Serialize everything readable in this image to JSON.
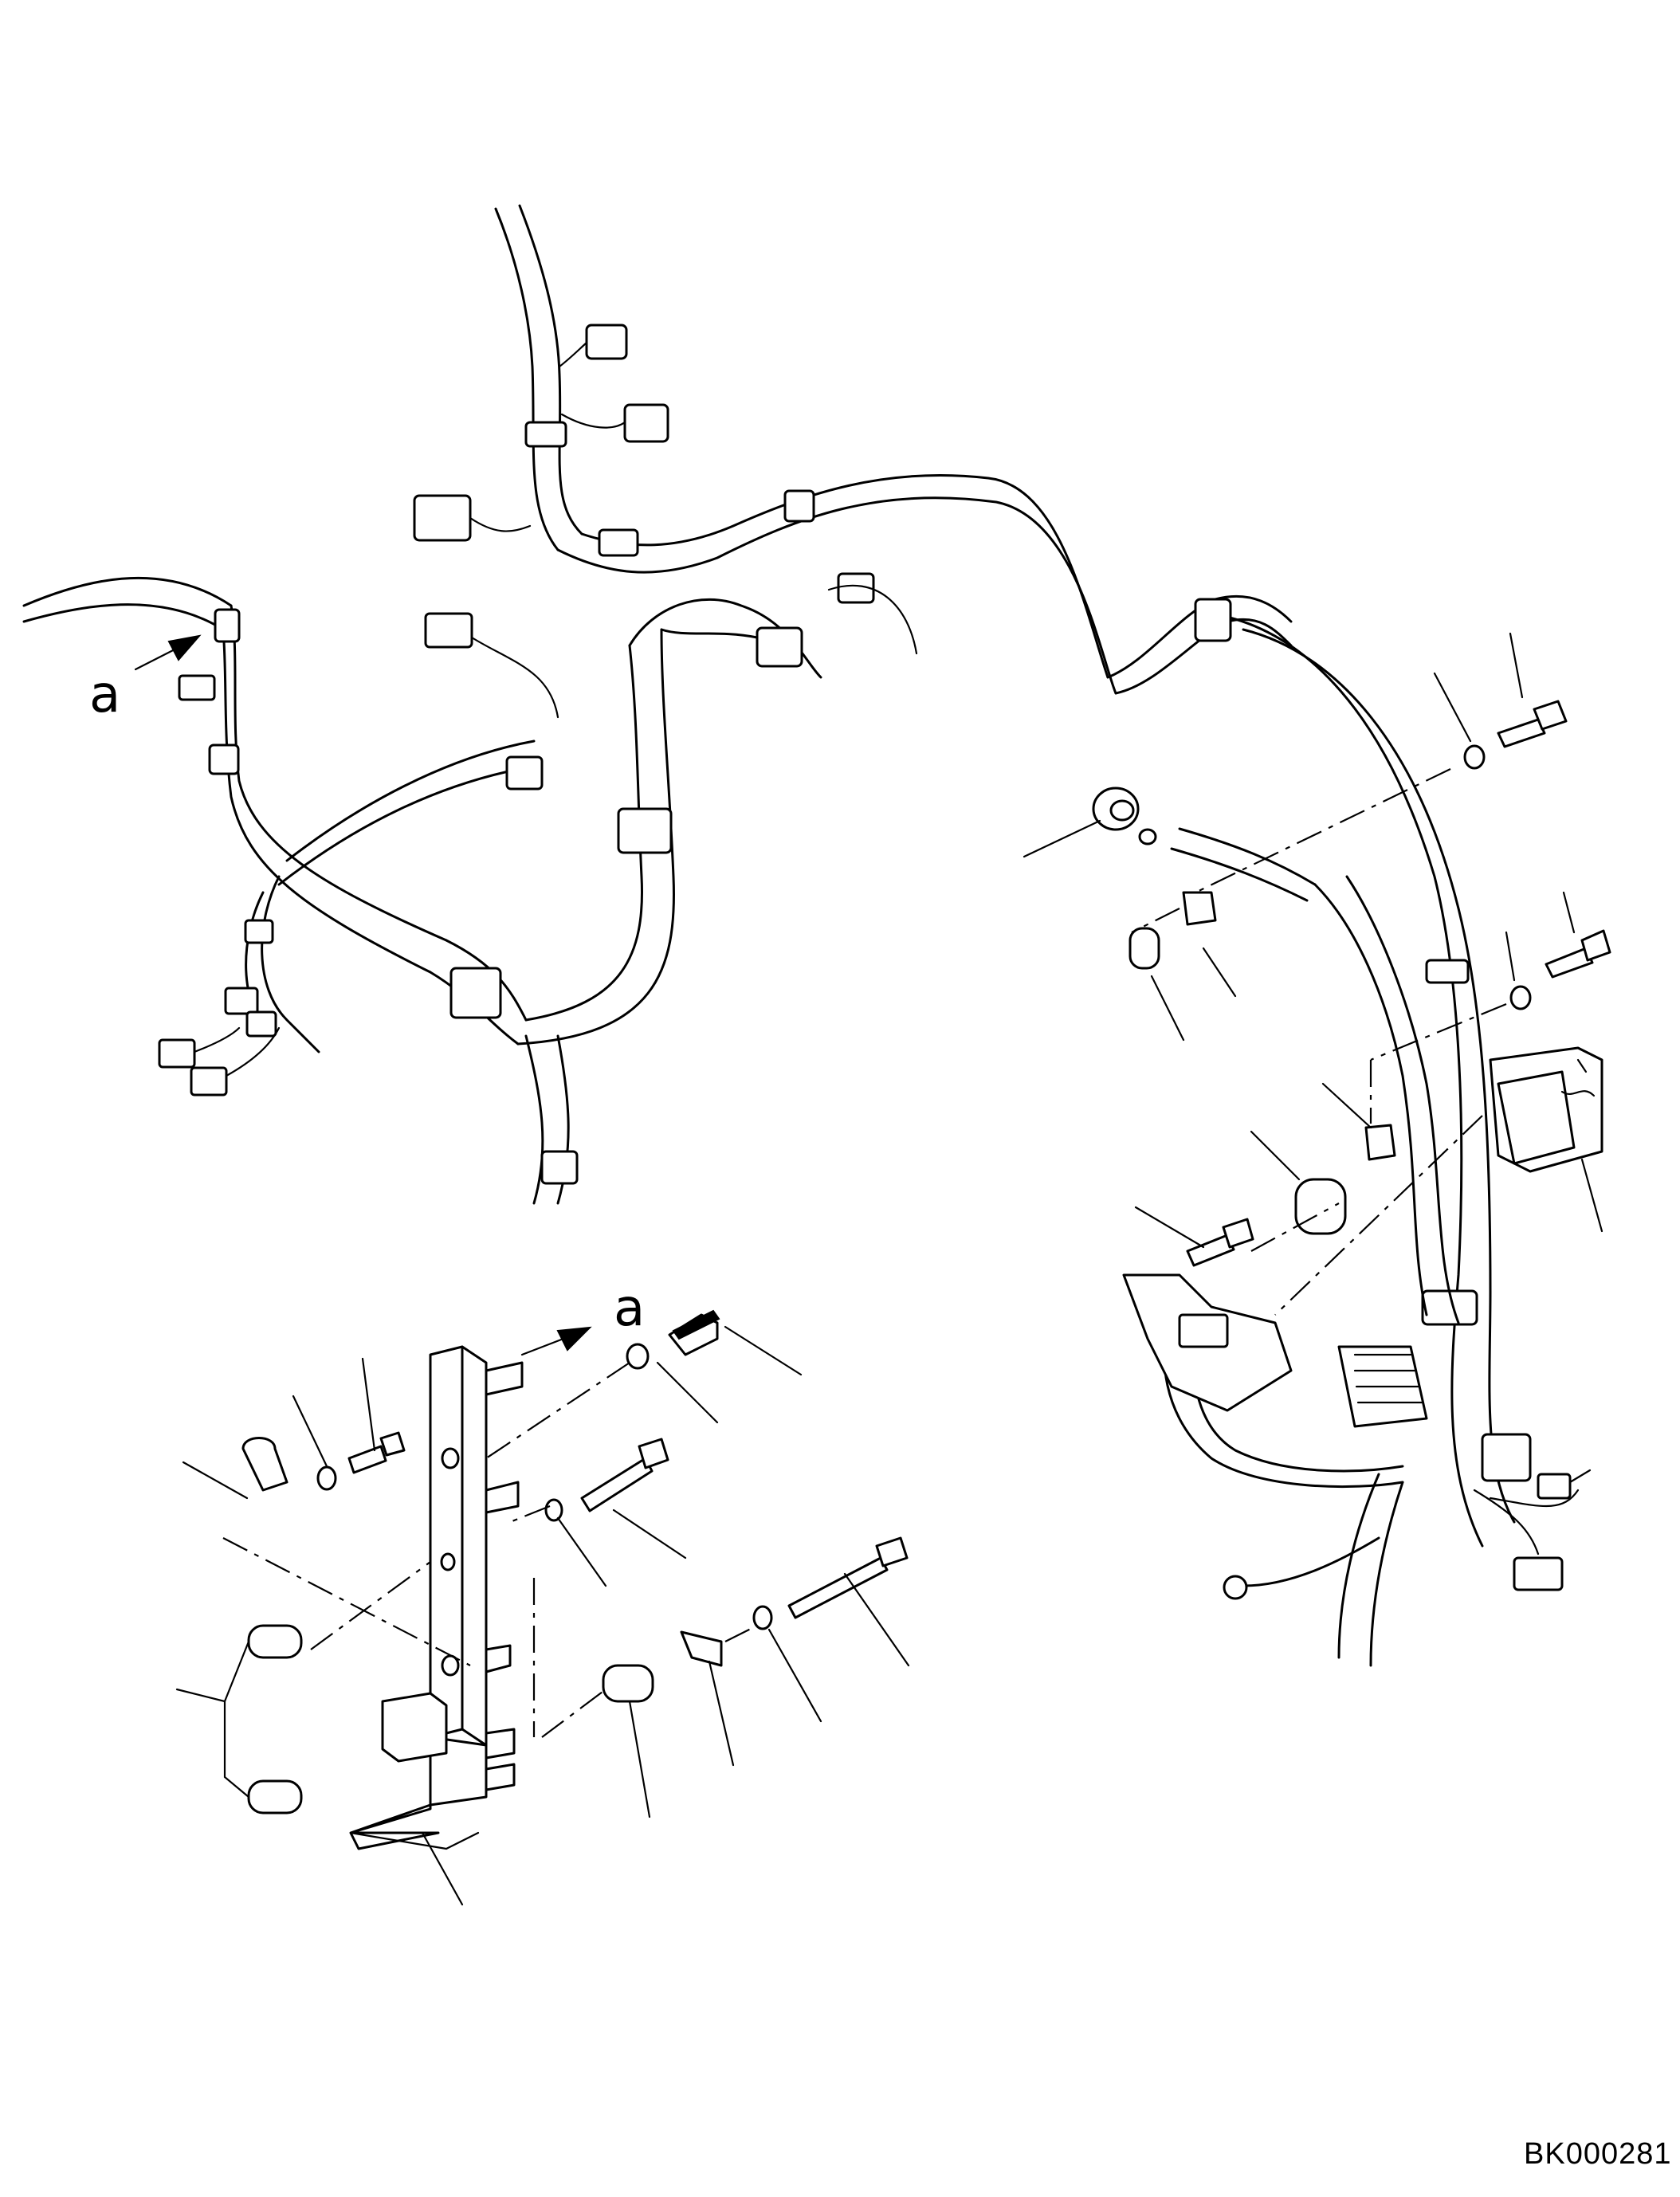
{
  "diagram": {
    "view_labels": {
      "arrow_upper": "a",
      "arrow_lower": "a"
    },
    "drawing_code": "BK000281"
  }
}
